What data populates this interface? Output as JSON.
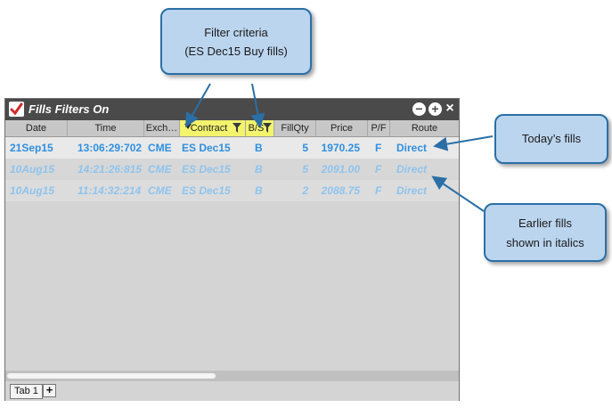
{
  "window": {
    "title": "Fills Filters On",
    "buttons": {
      "minimize": "−",
      "maximize": "+",
      "close": "×"
    }
  },
  "columns": [
    "Date",
    "Time",
    "Exch…",
    "Contract",
    "B/S",
    "FillQty",
    "Price",
    "P/F",
    "Route"
  ],
  "filtered_columns": [
    "Contract",
    "B/S"
  ],
  "rows": [
    {
      "date": "21Sep15",
      "time": "13:06:29:702",
      "exch": "CME",
      "contract": "ES Dec15",
      "bs": "B",
      "qty": "5",
      "price": "1970.25",
      "pf": "F",
      "route": "Direct",
      "style": "today"
    },
    {
      "date": "10Aug15",
      "time": "14:21:26:815",
      "exch": "CME",
      "contract": "ES Dec15",
      "bs": "B",
      "qty": "5",
      "price": "2091.00",
      "pf": "F",
      "route": "Direct",
      "style": "earlier"
    },
    {
      "date": "10Aug15",
      "time": "11:14:32:214",
      "exch": "CME",
      "contract": "ES Dec15",
      "bs": "B",
      "qty": "2",
      "price": "2088.75",
      "pf": "F",
      "route": "Direct",
      "style": "earlier"
    }
  ],
  "tabs": {
    "items": [
      "Tab 1"
    ],
    "add_label": "+"
  },
  "callouts": {
    "filter_line1": "Filter criteria",
    "filter_line2": "(ES Dec15 Buy fills)",
    "today": "Today’s fills",
    "earlier_line1": "Earlier fills",
    "earlier_line2": "shown in italics"
  },
  "colors": {
    "today_text": "#2f8fe0",
    "earlier_text": "#8fc4ee",
    "filter_highlight": "#f3f36e",
    "callout_fill": "#bcd5ef",
    "callout_border": "#2a6fa6"
  }
}
